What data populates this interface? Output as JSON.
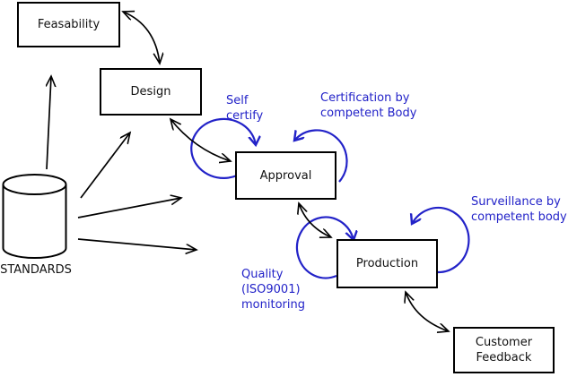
{
  "diagram": {
    "background_color": "#ffffff",
    "line_color": "#000000",
    "accent_color": "#2222c8",
    "nodes": [
      {
        "id": "feasability",
        "label": "Feasability"
      },
      {
        "id": "design",
        "label": "Design"
      },
      {
        "id": "approval",
        "label": "Approval"
      },
      {
        "id": "production",
        "label": "Production"
      },
      {
        "id": "customer_feedback",
        "label": "Customer\nFeedback"
      }
    ],
    "datastore": {
      "label": "STANDARDS"
    },
    "annotations": {
      "self_certify": "Self\ncertify",
      "certification": "Certification by\ncompetent Body",
      "surveillance": "Surveillance by\ncompetent body",
      "quality": "Quality\n(ISO9001)\nmonitoring"
    }
  }
}
